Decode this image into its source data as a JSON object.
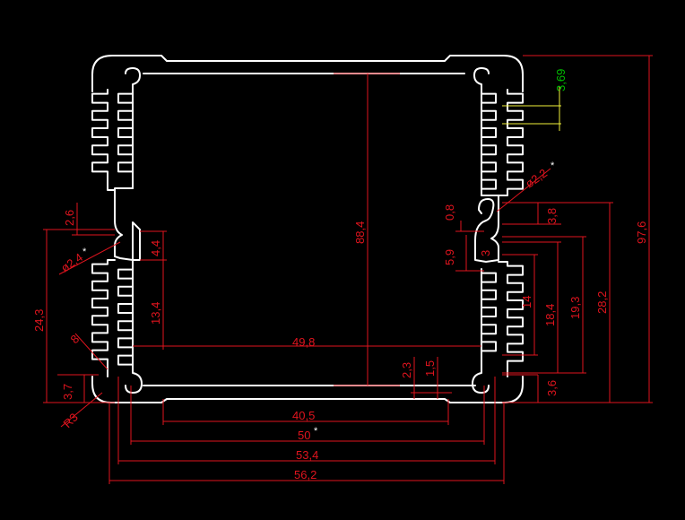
{
  "colors": {
    "background": "#000000",
    "profile": "#ffffff",
    "dimension": "#e0141e",
    "highlight_text": "#00c000",
    "highlight_lines": "#f2f23a"
  },
  "dims": {
    "d_3_69": "3,69",
    "d_2_2": "ø2,2",
    "d_2_2_star": "*",
    "d_97_6": "97,6",
    "d_3_8": "3,8",
    "d_28_2": "28,2",
    "d_19_3": "19,3",
    "d_18_4": "18,4",
    "d_14": "14",
    "d_3_6": "3,6",
    "d_0_8": "0,8",
    "d_5_9": "5,9",
    "d_3_small": "3",
    "d_88_4": "88,4",
    "d_2_6": "2,6",
    "d_4_4": "4,4",
    "d_2_4": "ø2,4",
    "d_2_4_star": "*",
    "d_24_3": "24,3",
    "d_13_4": "13,4",
    "d_8": "8",
    "d_49_8": "49,8",
    "d_3_7": "3,7",
    "d_r3": "R3",
    "d_2_3": "2,3",
    "d_1_5": "1,5",
    "d_40_5": "40,5",
    "d_50": "50",
    "d_50_star": "*",
    "d_53_4": "53,4",
    "d_56_2": "56,2"
  }
}
